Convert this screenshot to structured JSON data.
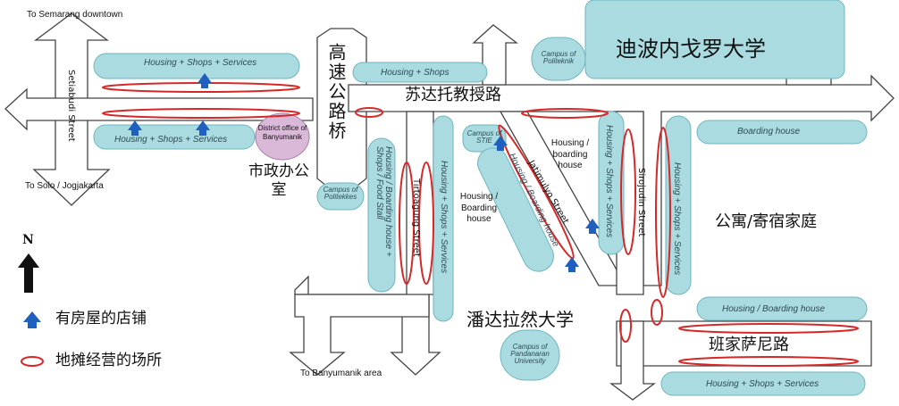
{
  "destinations": {
    "north": "To Semarang downtown",
    "west": "To Solo / Jogjakarta",
    "south": "To Banyumanik area"
  },
  "streets": {
    "setiabudi": "Setiabudi Street",
    "tirtoagung": "Tirtoagung Street",
    "jatimulyo": "Jatimulyo Street",
    "sirojudin": "Sirojudin Street"
  },
  "zones": {
    "top_left": "Housing + Shops + Services",
    "bottom_left": "Housing + Shops + Services",
    "top_mid": "Housing + Shops",
    "polit_vert": "Housing / Boarding house + Shops / Food Stall",
    "tirto_vert": "Housing + Shops + Services",
    "stie_diag": "Housing / Boarding house",
    "jat_right": "Housing + Shops + Services",
    "sirojudin_vert": "Housing + Shops + Services",
    "boarding_top": "Boarding house",
    "boarding_mid": "Housing / Boarding house",
    "bottom_right": "Housing + Shops + Services"
  },
  "plain_text": {
    "housing_boarding_a": "Housing / Boarding house",
    "housing_boarding_b": "Housing / boarding house"
  },
  "campuses": {
    "politeknik": "Campus of Politeknik",
    "politekkes": "Campus of Politekkes",
    "stie": "Campus of STIE",
    "pandanaran": "Campus of Pandanaran University"
  },
  "district_office": "District office of Banyumanik",
  "chinese_labels": {
    "diponegoro": "迪波内戈罗大学",
    "flyover": "高速公路桥",
    "sudarto": "苏达托教授路",
    "city_office": "市政办公室",
    "apartments": "公寓/寄宿家庭",
    "pandanaran": "潘达拉然大学",
    "banjarsari": "班家萨尼路"
  },
  "legend": {
    "north": "N",
    "shop_house": "有房屋的店铺",
    "street_vendor": "地摊经营的场所"
  },
  "colors": {
    "zone_fill": "#a9dbe0",
    "zone_stroke": "#6fb6bf",
    "road_outline": "#444444",
    "vendor_ellipse": "#d62828",
    "shop_arrow": "#1f5fbf",
    "district_office_fill": "#d9b8d8"
  }
}
